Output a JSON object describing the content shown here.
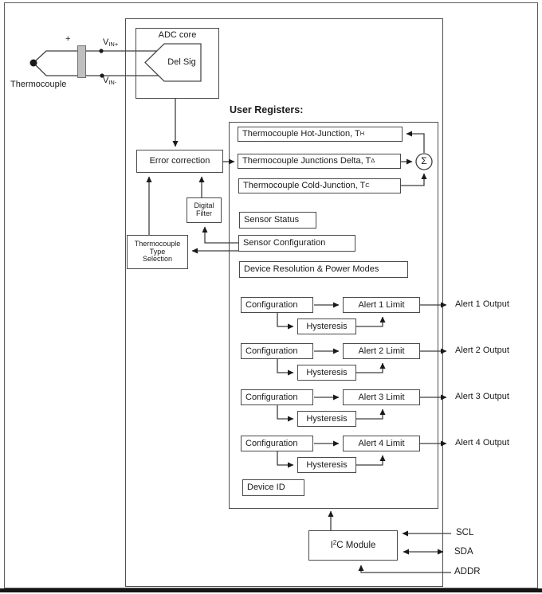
{
  "colors": {
    "line": "#3f3f3f",
    "box_border": "#4a4a4a",
    "connector_fill": "#bfbfbf",
    "background": "#ffffff"
  },
  "thermocouple": {
    "label": "Thermocouple",
    "polarity": "+",
    "vin_plus_base": "V",
    "vin_plus_sub": "IN+",
    "vin_minus_base": "V",
    "vin_minus_sub": "IN-"
  },
  "adc": {
    "title": "ADC core",
    "modulator": "Del Sig"
  },
  "processing": {
    "error_correction": "Error correction",
    "digital_filter_line1": "Digital",
    "digital_filter_line2": "Filter",
    "type_sel_line1": "Thermocouple",
    "type_sel_line2": "Type",
    "type_sel_line3": "Selection"
  },
  "registers": {
    "title": "User Registers:",
    "hot_base": "Thermocouple Hot-Junction, T",
    "hot_sub": "H",
    "delta_base": "Thermocouple Junctions Delta, T",
    "delta_sub": "Δ",
    "cold_base": "Thermocouple Cold-Junction, T",
    "cold_sub": "C",
    "sensor_status": "Sensor Status",
    "sensor_configuration": "Sensor Configuration",
    "device_resolution": "Device Resolution & Power Modes",
    "device_id": "Device ID"
  },
  "summation_symbol": "Σ",
  "alerts": [
    {
      "configuration": "Configuration",
      "hysteresis": "Hysteresis",
      "limit": "Alert 1 Limit",
      "output": "Alert 1 Output"
    },
    {
      "configuration": "Configuration",
      "hysteresis": "Hysteresis",
      "limit": "Alert 2 Limit",
      "output": "Alert 2 Output"
    },
    {
      "configuration": "Configuration",
      "hysteresis": "Hysteresis",
      "limit": "Alert 3 Limit",
      "output": "Alert 3 Output"
    },
    {
      "configuration": "Configuration",
      "hysteresis": "Hysteresis",
      "limit": "Alert 4 Limit",
      "output": "Alert 4 Output"
    }
  ],
  "i2c": {
    "base": "I",
    "sup": "2",
    "rest": "C Module"
  },
  "pins": {
    "scl": "SCL",
    "sda": "SDA",
    "addr": "ADDR"
  }
}
